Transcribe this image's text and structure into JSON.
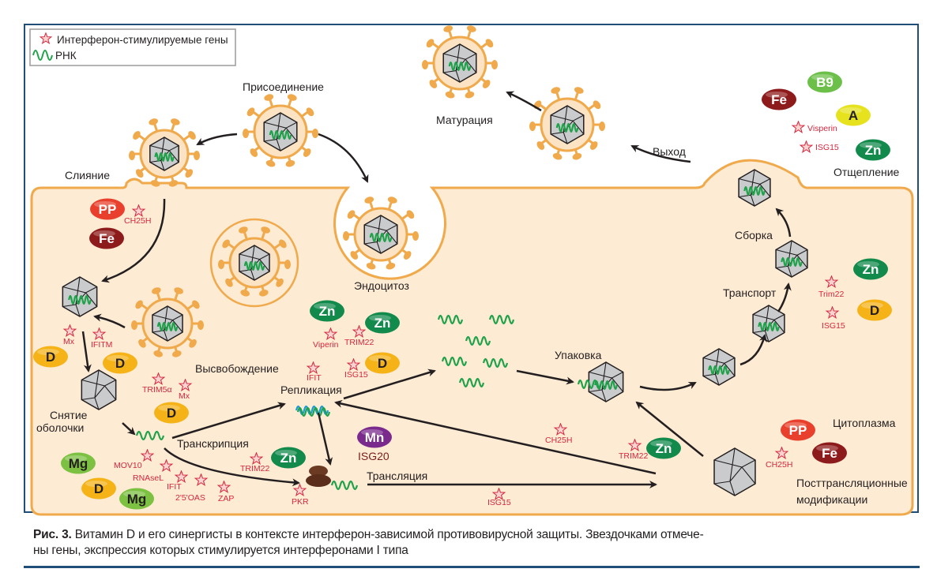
{
  "legend": {
    "items": [
      {
        "icon": "star-icon",
        "label": "Интерферон-стимулируемые гены"
      },
      {
        "icon": "rna-wave-icon",
        "label": "РНК"
      }
    ]
  },
  "stages": {
    "attachment": "Присоединение",
    "fusion": "Слияние",
    "endocytosis": "Эндоцитоз",
    "release": "Высвобождение",
    "uncoating": [
      "Снятие",
      "оболочки"
    ],
    "transcription": "Транскрипция",
    "replication": "Репликация",
    "translation": "Трансляция",
    "packaging": "Упаковка",
    "assembly": "Сборка",
    "transport": "Транспорт",
    "budding": "Отщепление",
    "exit": "Выход",
    "maturation": "Матурация",
    "cytoplasm": "Цитоплазма",
    "ptm": [
      "Посттрансляционные",
      "модификации"
    ],
    "isg20": "ISG20"
  },
  "genes": {
    "ch25h_top": "CH25H",
    "mx_left": "Mx",
    "ifitm": "IFITM",
    "trim5a": "TRIM5α",
    "mx_mid": "Mx",
    "viperin": "Viperin",
    "trim22_mid": "TRIM22",
    "ifit_mid": "IFIT",
    "isg15_mid": "ISG15",
    "mov10": "MOV10",
    "rnasel": "RNAseL",
    "ifit_low": "IFIT",
    "oas": "2'5'OAS",
    "zap": "ZAP",
    "trim22_low": "TRIM22",
    "pkr": "PKR",
    "isg15_low": "ISG15",
    "ch25h_mid": "CH25H",
    "trim22_right": "TRIM22",
    "ch25h_right": "CH25H",
    "trim22_transport": "Trim22",
    "isg15_transport": "ISG15",
    "visperin": "Visperin",
    "isg15_top": "ISG15"
  },
  "badges": {
    "pp": "PP",
    "fe": "Fe",
    "zn": "Zn",
    "d": "D",
    "mg": "Mg",
    "mn": "Mn",
    "b9": "B9",
    "a": "A"
  },
  "colors": {
    "frame": "#1f4e79",
    "cell_fill": "#fdebd3",
    "membrane": "#f0a94b",
    "rna": "#1fa24a",
    "gene_text": "#d7263d",
    "receptor": "#1b9ad6",
    "pp": "#e8402d",
    "fe": "#8e1b1b",
    "zn": "#128a4c",
    "d": "#f5b318",
    "mg": "#7cc142",
    "mn": "#7a2a8c",
    "b9": "#6cc04a",
    "a": "#e6e21e",
    "ribosome": "#6b3a23"
  },
  "caption": {
    "label": "Рис. 3.",
    "text": " Витамин D и его синергисты в контексте интерферон-зависимой противовирусной защиты. Звездочками отмече-\nны гены, экспрессия которых стимулируется интерферонами I типа"
  }
}
